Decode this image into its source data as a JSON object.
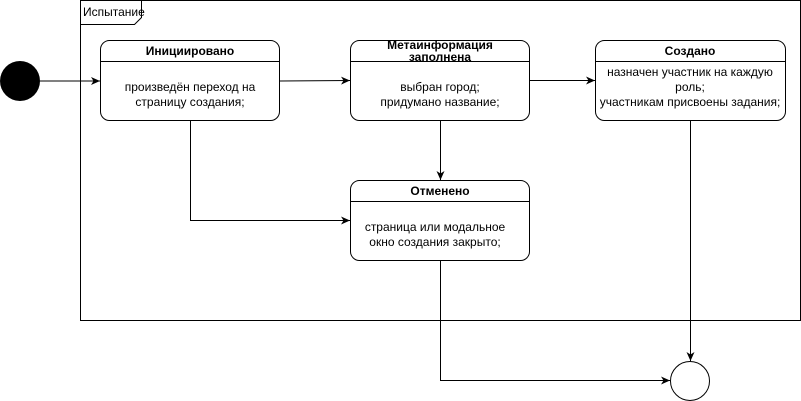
{
  "frame": {
    "label": "Испытание"
  },
  "states": {
    "initiated": {
      "title": "Инициировано",
      "body": [
        "произведён переход на",
        "страницу создания;"
      ]
    },
    "meta": {
      "title": [
        "Метаинформация",
        "заполнена"
      ],
      "body": [
        "выбран город;",
        "придумано название;"
      ]
    },
    "created": {
      "title": "Создано",
      "body": [
        "назначен участник на каждую",
        "роль;",
        "участникам присвоены задания;"
      ]
    },
    "cancelled": {
      "title": "Отменено",
      "body": [
        "страница или модальное",
        "окно создания закрыто;"
      ]
    }
  },
  "colors": {
    "stroke": "#000000",
    "fill": "#ffffff",
    "initial": "#000000"
  }
}
